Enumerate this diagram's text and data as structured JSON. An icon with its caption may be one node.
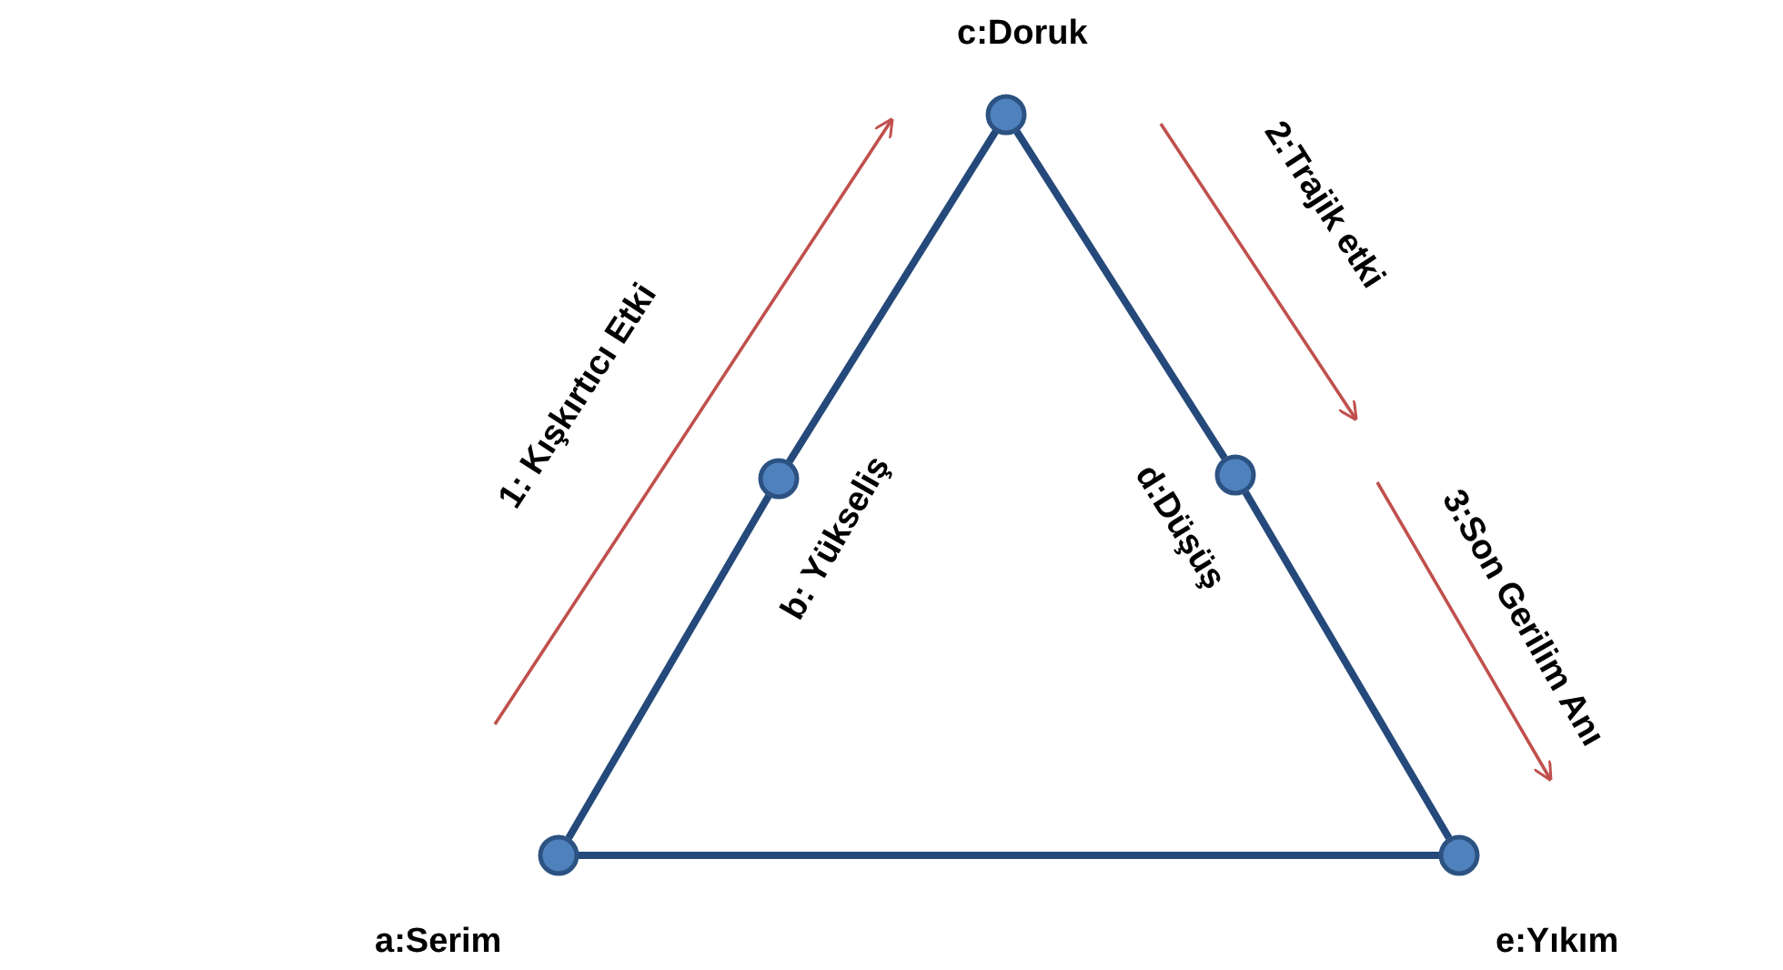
{
  "diagram": {
    "nodes": [
      {
        "text": [],
        "shape": "circle",
        "beside": [
          "a:Serim"
        ]
      },
      {
        "text": [],
        "shape": "circle",
        "beside": [
          "b: Yükseliş"
        ]
      },
      {
        "text": [],
        "shape": "circle",
        "beside": [
          "c:Doruk"
        ]
      },
      {
        "text": [],
        "shape": "circle",
        "beside": [
          "d:Düşüş"
        ]
      },
      {
        "text": [],
        "shape": "circle",
        "beside": [
          "e:Yıkım"
        ]
      }
    ],
    "edges": [
      {
        "from": 0,
        "to": 1,
        "arrow": "none"
      },
      {
        "from": 1,
        "to": 2,
        "arrow": "none"
      },
      {
        "from": 2,
        "to": 3,
        "arrow": "none"
      },
      {
        "from": 3,
        "to": 4,
        "arrow": "none"
      },
      {
        "from": 4,
        "to": 0,
        "arrow": "none"
      }
    ],
    "labels": [
      "1: Kışkırtıcı Etki",
      "2:Trajik etki",
      "3:Son Gerilim Anı"
    ]
  }
}
